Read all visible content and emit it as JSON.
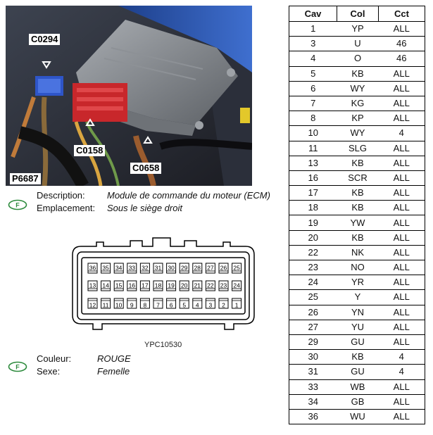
{
  "photo": {
    "callouts": [
      "C0294",
      "C0158",
      "C0658",
      "P6687"
    ]
  },
  "ecm": {
    "description_label": "Description:",
    "description_value": "Module de commande du moteur (ECM)",
    "location_label": "Emplacement:",
    "location_value": "Sous le siège droit",
    "icon_letter": "F"
  },
  "connector": {
    "row1": [
      "36",
      "35",
      "34",
      "33",
      "32",
      "31",
      "30",
      "29",
      "28",
      "27",
      "26",
      "25"
    ],
    "row2": [
      "13",
      "14",
      "15",
      "16",
      "17",
      "18",
      "19",
      "20",
      "21",
      "22",
      "23",
      "24"
    ],
    "row3": [
      "12",
      "11",
      "10",
      "9",
      "8",
      "7",
      "6",
      "5",
      "4",
      "3",
      "2",
      "1"
    ],
    "code": "YPC10530"
  },
  "attributes": {
    "color_label": "Couleur:",
    "color_value": "ROUGE",
    "sex_label": "Sexe:",
    "sex_value": "Femelle",
    "icon_letter": "F"
  },
  "table": {
    "headers": [
      "Cav",
      "Col",
      "Cct"
    ],
    "rows": [
      [
        "1",
        "YP",
        "ALL"
      ],
      [
        "3",
        "U",
        "46"
      ],
      [
        "4",
        "O",
        "46"
      ],
      [
        "5",
        "KB",
        "ALL"
      ],
      [
        "6",
        "WY",
        "ALL"
      ],
      [
        "7",
        "KG",
        "ALL"
      ],
      [
        "8",
        "KP",
        "ALL"
      ],
      [
        "10",
        "WY",
        "4"
      ],
      [
        "11",
        "SLG",
        "ALL"
      ],
      [
        "13",
        "KB",
        "ALL"
      ],
      [
        "16",
        "SCR",
        "ALL"
      ],
      [
        "17",
        "KB",
        "ALL"
      ],
      [
        "18",
        "KB",
        "ALL"
      ],
      [
        "19",
        "YW",
        "ALL"
      ],
      [
        "20",
        "KB",
        "ALL"
      ],
      [
        "22",
        "NK",
        "ALL"
      ],
      [
        "23",
        "NO",
        "ALL"
      ],
      [
        "24",
        "YR",
        "ALL"
      ],
      [
        "25",
        "Y",
        "ALL"
      ],
      [
        "26",
        "YN",
        "ALL"
      ],
      [
        "27",
        "YU",
        "ALL"
      ],
      [
        "29",
        "GU",
        "ALL"
      ],
      [
        "30",
        "KB",
        "4"
      ],
      [
        "31",
        "GU",
        "4"
      ],
      [
        "33",
        "WB",
        "ALL"
      ],
      [
        "34",
        "GB",
        "ALL"
      ],
      [
        "36",
        "WU",
        "ALL"
      ]
    ]
  }
}
